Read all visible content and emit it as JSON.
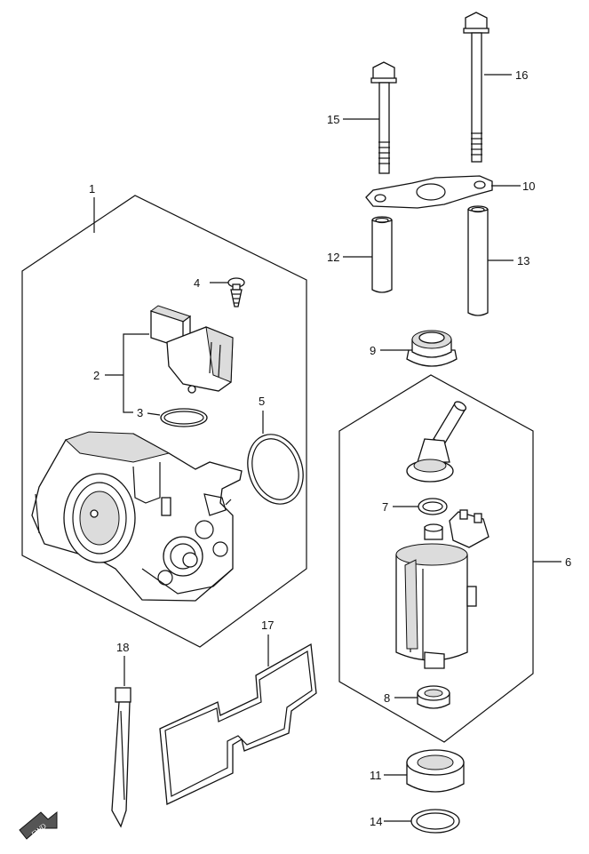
{
  "callouts": [
    {
      "id": "1",
      "label": "1"
    },
    {
      "id": "2",
      "label": "2"
    },
    {
      "id": "3",
      "label": "3"
    },
    {
      "id": "4",
      "label": "4"
    },
    {
      "id": "5",
      "label": "5"
    },
    {
      "id": "6",
      "label": "6"
    },
    {
      "id": "7",
      "label": "7"
    },
    {
      "id": "8",
      "label": "8"
    },
    {
      "id": "9",
      "label": "9"
    },
    {
      "id": "10",
      "label": "10"
    },
    {
      "id": "11",
      "label": "11"
    },
    {
      "id": "12",
      "label": "12"
    },
    {
      "id": "13",
      "label": "13"
    },
    {
      "id": "14",
      "label": "14"
    },
    {
      "id": "15",
      "label": "15"
    },
    {
      "id": "16",
      "label": "16"
    },
    {
      "id": "17",
      "label": "17"
    },
    {
      "id": "18",
      "label": "18"
    }
  ],
  "fwd_badge": {
    "label": "FWD"
  },
  "colors": {
    "line": "#111111",
    "background": "#ffffff"
  }
}
